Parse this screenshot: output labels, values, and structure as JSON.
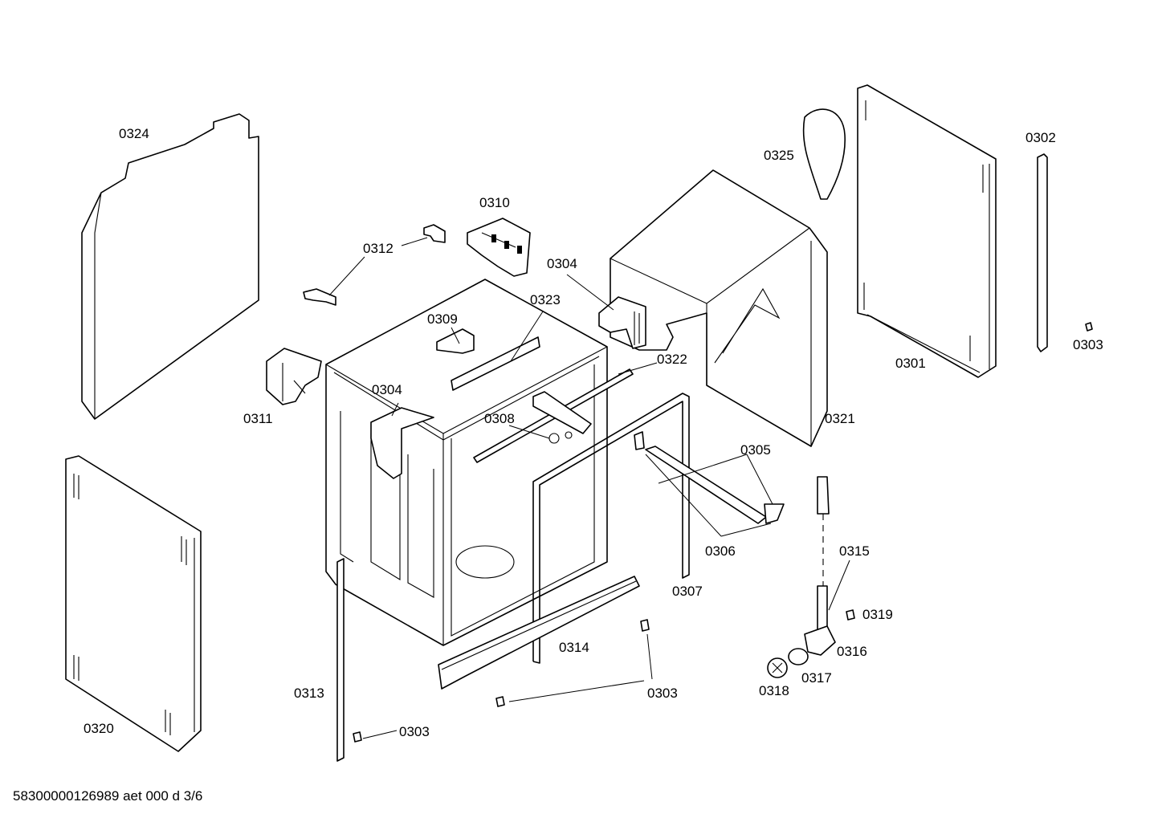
{
  "labels": {
    "p0301": "0301",
    "p0302": "0302",
    "p0303a": "0303",
    "p0303b": "0303",
    "p0303c": "0303",
    "p0304a": "0304",
    "p0304b": "0304",
    "p0305": "0305",
    "p0306": "0306",
    "p0307": "0307",
    "p0308": "0308",
    "p0309": "0309",
    "p0310": "0310",
    "p0311": "0311",
    "p0312": "0312",
    "p0313": "0313",
    "p0314": "0314",
    "p0315": "0315",
    "p0316": "0316",
    "p0317": "0317",
    "p0318": "0318",
    "p0319": "0319",
    "p0320": "0320",
    "p0321": "0321",
    "p0322": "0322",
    "p0323": "0323",
    "p0324": "0324",
    "p0325": "0325"
  },
  "footer": {
    "doc_id": "58300000126989 aet 000 d 3/6"
  },
  "colors": {
    "line": "#000000",
    "background": "#ffffff"
  }
}
